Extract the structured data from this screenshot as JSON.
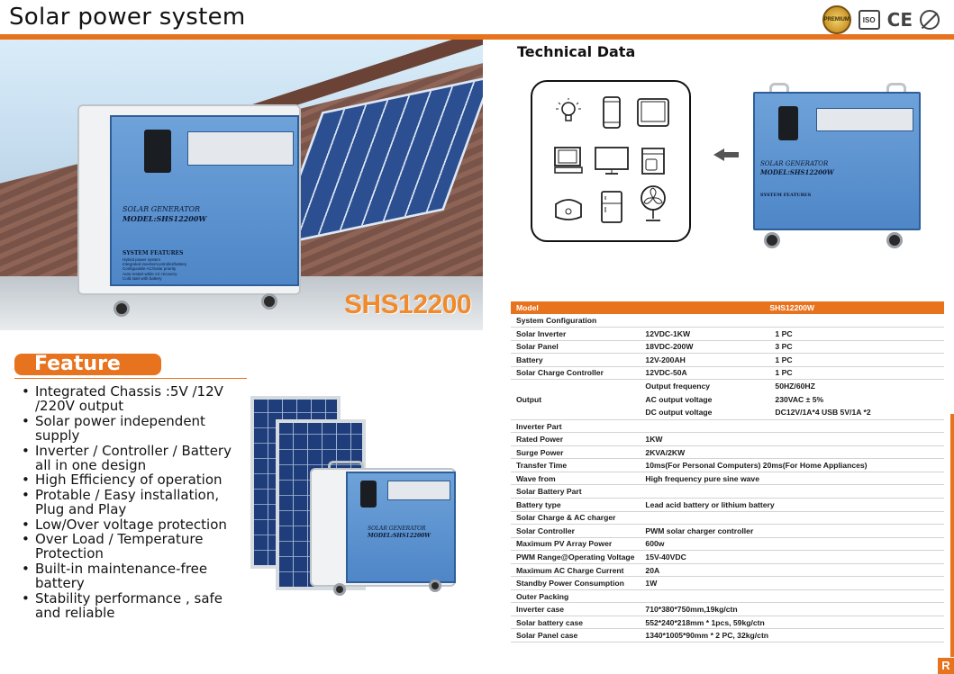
{
  "page": {
    "title": "Solar power system"
  },
  "badges": {
    "premium": "PREMIUM",
    "iso": "ISO",
    "ce": "CE"
  },
  "hero": {
    "model_tag": "SHS12200",
    "unit": {
      "brand_line": "SOLAR GENERATOR",
      "model_line": "MODEL:SHS12200W",
      "features_title": "SYSTEM FEATURES",
      "features": [
        "Hybrid power system",
        "Integrated inverter/controller/battery",
        "Configurable AC/Solar priority",
        "Auto restart while AC recovery",
        "Cold start with battery"
      ]
    }
  },
  "feature": {
    "heading": "Feature",
    "items": [
      "Integrated Chassis :5V /12V /220V output",
      "Solar power independent supply",
      "Inverter / Controller / Battery all in one design",
      "High Efficiency of operation",
      "Protable /  Easy installation, Plug and Play",
      "Low/Over voltage protection",
      "Over Load / Temperature Protection",
      "Built-in maintenance-free battery",
      "Stability performance , safe and reliable"
    ]
  },
  "technical": {
    "title": "Technical Data",
    "icons": [
      "lightbulb-icon",
      "phone-icon",
      "tablet-icon",
      "desktop-computer-icon",
      "monitor-icon",
      "coffee-maker-icon",
      "rice-cooker-icon",
      "refrigerator-icon",
      "fan-icon"
    ],
    "unit": {
      "brand_line": "SOLAR GENERATOR",
      "model_line": "MODEL:SHS12200W",
      "features_title": "SYSTEM FEATURES"
    }
  },
  "spec_table": {
    "header": {
      "label": "Model",
      "value": "SHS12200W"
    },
    "rows": [
      {
        "label": "System Configuration",
        "value": "",
        "qty": ""
      },
      {
        "label": "Solar Inverter",
        "value": "12VDC-1KW",
        "qty": "1 PC"
      },
      {
        "label": "Solar Panel",
        "value": "18VDC-200W",
        "qty": "3 PC"
      },
      {
        "label": "Battery",
        "value": "12V-200AH",
        "qty": "1 PC"
      },
      {
        "label": "Solar Charge Controller",
        "value": "12VDC-50A",
        "qty": "1 PC"
      }
    ],
    "output": {
      "label": "Output",
      "lines": [
        {
          "name": "Output frequency",
          "value": "50HZ/60HZ"
        },
        {
          "name": "AC output voltage",
          "value": "230VAC ± 5%"
        },
        {
          "name": "DC output voltage",
          "value": "DC12V/1A*4  USB 5V/1A *2"
        }
      ]
    },
    "rows2": [
      {
        "label": "Inverter Part",
        "value": ""
      },
      {
        "label": "Rated Power",
        "value": "1KW"
      },
      {
        "label": "Surge Power",
        "value": "2KVA/2KW"
      },
      {
        "label": "Transfer Time",
        "value": "10ms(For Personal Computers) 20ms(For Home Appliances)"
      },
      {
        "label": "Wave from",
        "value": "High frequency pure sine wave"
      },
      {
        "label": "Solar Battery Part",
        "value": ""
      },
      {
        "label": "Battery type",
        "value": "Lead acid battery or lithium battery"
      },
      {
        "label": "Solar Charge & AC charger",
        "value": ""
      },
      {
        "label": "Solar Controller",
        "value": "PWM solar charger controller"
      },
      {
        "label": "Maximum PV Array Power",
        "value": "600w"
      },
      {
        "label": "PWM Range@Operating Voltage",
        "value": "15V-40VDC"
      },
      {
        "label": "Maximum AC Charge Current",
        "value": "20A"
      },
      {
        "label": "Standby Power Consumption",
        "value": "1W"
      },
      {
        "label": "Outer Packing",
        "value": ""
      },
      {
        "label": "Inverter case",
        "value": "710*380*750mm,19kg/ctn"
      },
      {
        "label": "Solar battery case",
        "value": "552*240*218mm * 1pcs, 59kg/ctn"
      },
      {
        "label": "Solar Panel case",
        "value": "1340*1005*90mm * 2 PC, 32kg/ctn"
      }
    ]
  },
  "corner": {
    "letter": "R"
  },
  "colors": {
    "accent": "#e8731f",
    "unit_blue": "#5a8fce"
  }
}
